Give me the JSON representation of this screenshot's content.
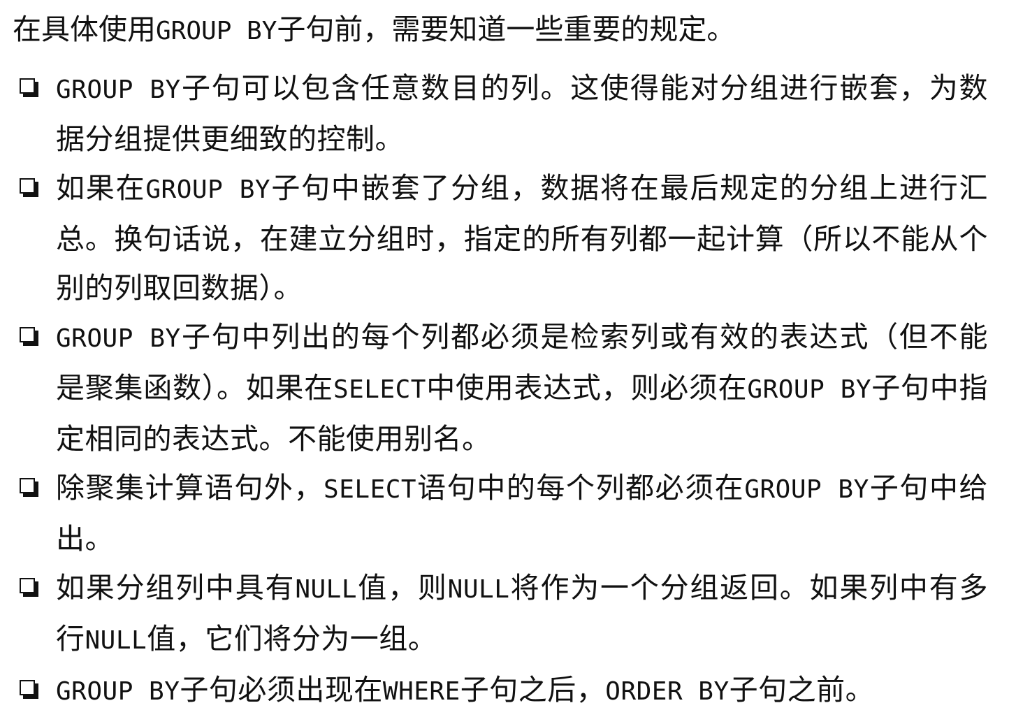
{
  "intro": "在具体使用GROUP BY子句前，需要知道一些重要的规定。",
  "rules": [
    "GROUP BY子句可以包含任意数目的列。这使得能对分组进行嵌套，为数据分组提供更细致的控制。",
    "如果在GROUP BY子句中嵌套了分组，数据将在最后规定的分组上进行汇总。换句话说，在建立分组时，指定的所有列都一起计算（所以不能从个别的列取回数据）。",
    "GROUP BY子句中列出的每个列都必须是检索列或有效的表达式（但不能是聚集函数）。如果在SELECT中使用表达式，则必须在GROUP BY子句中指定相同的表达式。不能使用别名。",
    "除聚集计算语句外，SELECT语句中的每个列都必须在GROUP BY子句中给出。",
    "如果分组列中具有NULL值，则NULL将作为一个分组返回。如果列中有多行NULL值，它们将分为一组。",
    "GROUP BY子句必须出现在WHERE子句之后，ORDER BY子句之前。"
  ]
}
